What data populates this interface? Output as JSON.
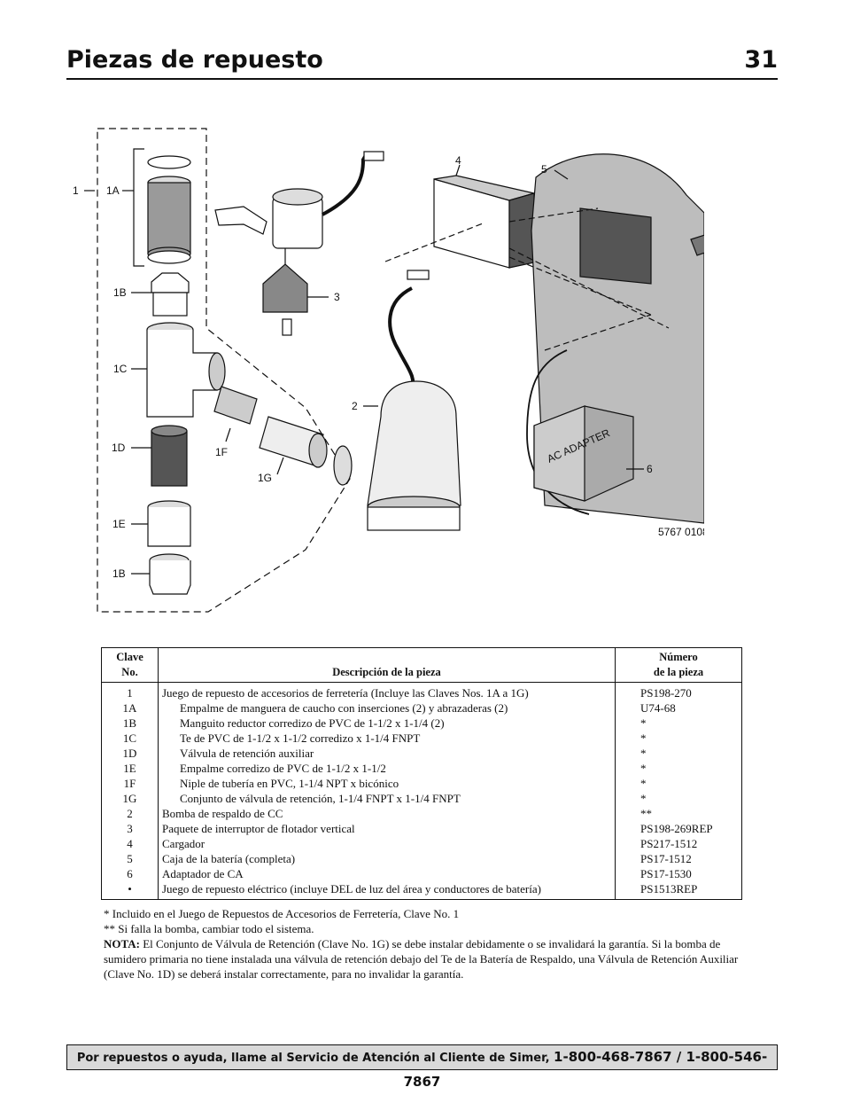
{
  "header": {
    "title": "Piezas de repuesto",
    "page_number": "31"
  },
  "diagram": {
    "callouts": [
      "1",
      "1A",
      "1B",
      "1C",
      "1D",
      "1E",
      "1F",
      "1G",
      "1B",
      "2",
      "3",
      "4",
      "5",
      "6"
    ],
    "figure_code": "5767 0108",
    "adapter_label": "AC ADAPTER"
  },
  "table": {
    "headers": {
      "key_line1": "Clave",
      "key_line2": "No.",
      "description": "Descripción de la pieza",
      "number_line1": "Número",
      "number_line2": "de la pieza"
    },
    "rows": [
      {
        "key": "1",
        "description": "Juego de repuesto de accesorios de ferretería (Incluye las Claves Nos. 1A a 1G)",
        "number": "PS198-270",
        "indent": false
      },
      {
        "key": "1A",
        "description": "Empalme de manguera de caucho con inserciones (2) y abrazaderas (2)",
        "number": "U74-68",
        "indent": true
      },
      {
        "key": "1B",
        "description": "Manguito reductor corredizo de PVC de 1-1/2 x 1-1/4 (2)",
        "number": "*",
        "indent": true
      },
      {
        "key": "1C",
        "description": "Te de PVC de 1-1/2 x 1-1/2 corredizo x 1-1/4 FNPT",
        "number": "*",
        "indent": true
      },
      {
        "key": "1D",
        "description": "Válvula de retención auxiliar",
        "number": "*",
        "indent": true
      },
      {
        "key": "1E",
        "description": "Empalme corredizo de PVC de 1-1/2 x 1-1/2",
        "number": "*",
        "indent": true
      },
      {
        "key": "1F",
        "description": "Niple de tubería en PVC, 1-1/4 NPT x bicónico",
        "number": "*",
        "indent": true
      },
      {
        "key": "1G",
        "description": "Conjunto de válvula de retención, 1-1/4 FNPT x 1-1/4 FNPT",
        "number": "*",
        "indent": true
      },
      {
        "key": "2",
        "description": "Bomba de respaldo de CC",
        "number": "**",
        "indent": false
      },
      {
        "key": "3",
        "description": "Paquete de interruptor de flotador vertical",
        "number": "PS198-269REP",
        "indent": false
      },
      {
        "key": "4",
        "description": "Cargador",
        "number": "PS217-1512",
        "indent": false
      },
      {
        "key": "5",
        "description": "Caja de la batería (completa)",
        "number": "PS17-1512",
        "indent": false
      },
      {
        "key": "6",
        "description": "Adaptador de CA",
        "number": "PS17-1530",
        "indent": false
      },
      {
        "key": "•",
        "description": "Juego de repuesto eléctrico (incluye DEL de luz del área y conductores de batería)",
        "number": "PS1513REP",
        "indent": false
      }
    ]
  },
  "notes": {
    "note1": "*   Incluido en el Juego de Repuestos de Accesorios de Ferretería, Clave No. 1",
    "note2": "** Si falla la bomba, cambiar todo el sistema.",
    "nota_label": "NOTA:",
    "nota_text": " El Conjunto de Válvula de Retención (Clave No. 1G) se debe instalar debidamente o se invalidará la garantía. Si la bomba de sumidero primaria no tiene instalada una válvula de retención debajo del Te de la Batería de Respaldo, una Válvula de Retención Auxiliar (Clave No. 1D) se deberá instalar correctamente, para no invalidar la garantía."
  },
  "footer": {
    "text": "Por repuestos o ayuda, llame al Servicio de Atención al Cliente de Simer, ",
    "phones": "1-800-468-7867 / 1-800-546-7867"
  }
}
